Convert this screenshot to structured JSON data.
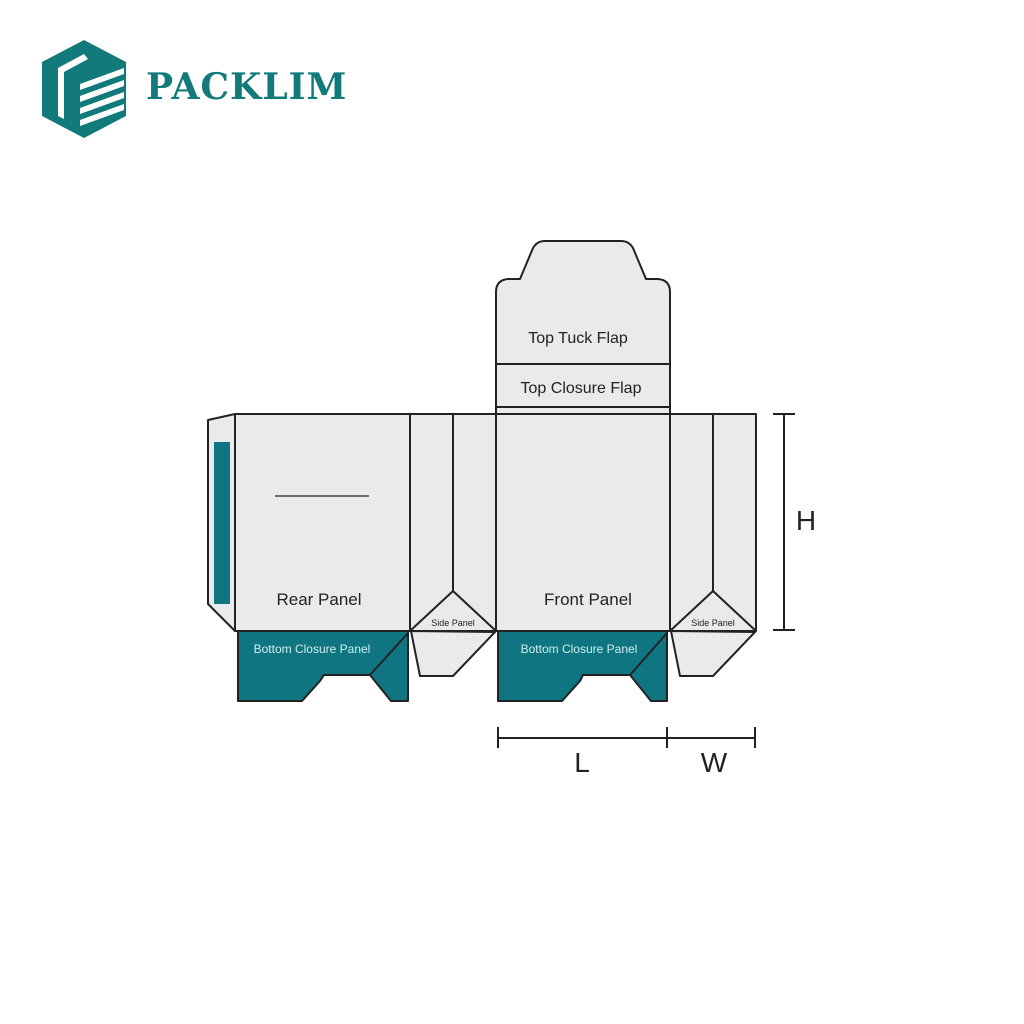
{
  "brand": {
    "name": "PACKLIM",
    "color": "#127a7a",
    "icon": "hexagon-box-logo-icon"
  },
  "diagram": {
    "type": "box-dieline",
    "colors": {
      "panel_fill": "#e9eaec",
      "accent_fill": "#0f7580",
      "stroke": "#222222"
    },
    "labels": {
      "top_tuck_flap": "Top Tuck Flap",
      "top_closure_flap": "Top Closure Flap",
      "rear_panel": "Rear Panel",
      "front_panel": "Front Panel",
      "side_panel_left": "Side Panel",
      "side_panel_right": "Side Panel",
      "bottom_closure_left": "Bottom Closure Panel",
      "bottom_closure_right": "Bottom Closure Panel"
    },
    "dimensions": {
      "height": "H",
      "length": "L",
      "width": "W"
    }
  }
}
